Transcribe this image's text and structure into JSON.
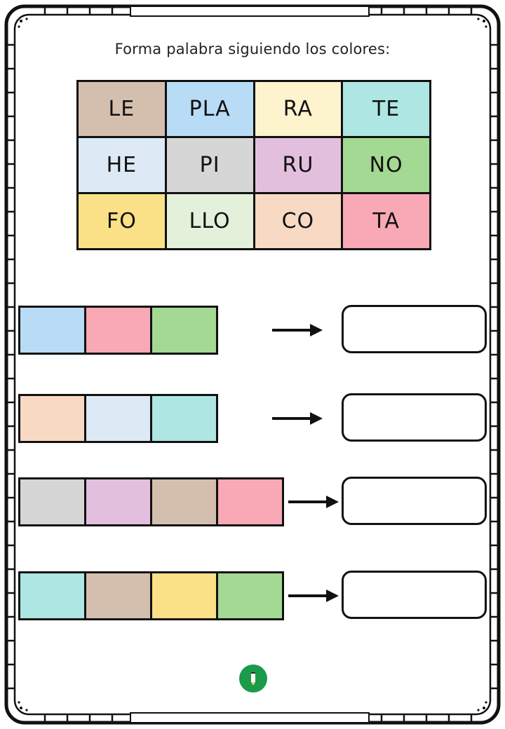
{
  "instruction": "Forma palabra siguiendo los colores:",
  "palette": {
    "tan": "#d4bfae",
    "blue": "#b8dcf5",
    "cream": "#fdf3cc",
    "teal": "#ade6e2",
    "lightblue": "#dde9f5",
    "gray": "#d6d6d6",
    "lavender": "#e3bfde",
    "green": "#a3d993",
    "yellow": "#fae087",
    "mint": "#e3f0da",
    "peach": "#f7d9c4",
    "pink": "#f9a8b5"
  },
  "syllables": [
    {
      "text": "LE",
      "color": "#d4bfae"
    },
    {
      "text": "PLA",
      "color": "#b8dcf5"
    },
    {
      "text": "RA",
      "color": "#fdf3cc"
    },
    {
      "text": "TE",
      "color": "#ade6e2"
    },
    {
      "text": "HE",
      "color": "#dde9f5"
    },
    {
      "text": "PI",
      "color": "#d6d6d6"
    },
    {
      "text": "RU",
      "color": "#e3bfde"
    },
    {
      "text": "NO",
      "color": "#a3d993"
    },
    {
      "text": "FO",
      "color": "#fae087"
    },
    {
      "text": "LLO",
      "color": "#e3f0da"
    },
    {
      "text": "CO",
      "color": "#f7d9c4"
    },
    {
      "text": "TA",
      "color": "#f9a8b5"
    }
  ],
  "exercises": [
    {
      "colors": [
        "#b8dcf5",
        "#f9a8b5",
        "#a3d993"
      ],
      "answer": ""
    },
    {
      "colors": [
        "#f7d9c4",
        "#dde9f5",
        "#ade6e2"
      ],
      "answer": ""
    },
    {
      "colors": [
        "#d6d6d6",
        "#e3bfde",
        "#d4bfae",
        "#f9a8b5"
      ],
      "answer": ""
    },
    {
      "colors": [
        "#ade6e2",
        "#d4bfae",
        "#fae087",
        "#a3d993"
      ],
      "answer": ""
    }
  ],
  "icons": {
    "logo": "pencil-logo-icon",
    "arrow": "arrow-right-icon"
  },
  "logo_color": "#1a9a4a"
}
